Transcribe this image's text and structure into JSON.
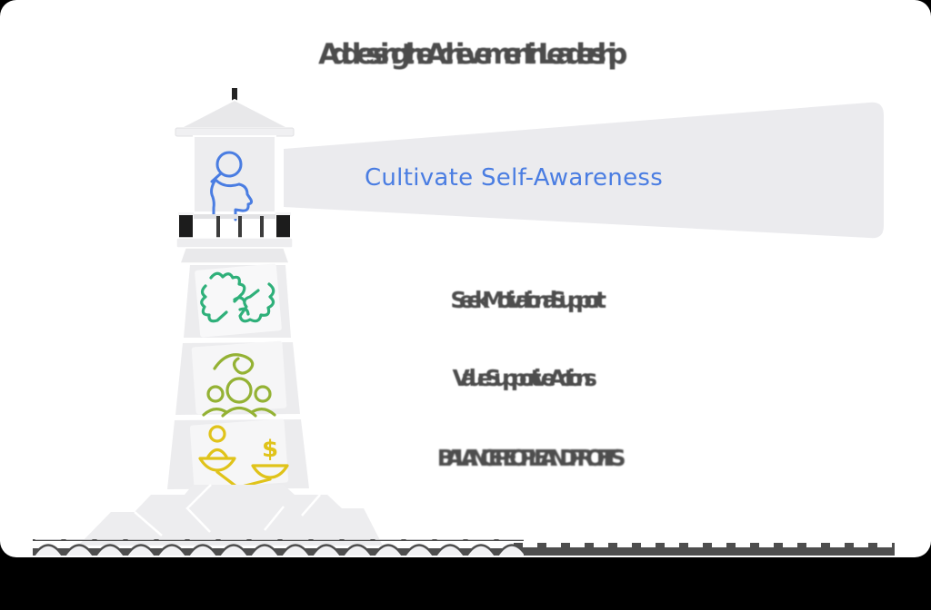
{
  "title": {
    "text": "Addressing the Achievement in Leadership",
    "color": "#4c4c4c",
    "garbled": true
  },
  "beacon": {
    "label": "Cultivate Self-Awareness",
    "color": "#4a7de2",
    "icon": "magnifier-over-head-self-awareness-icon",
    "icon_color": "#4a7de2",
    "garbled": false
  },
  "rows": [
    {
      "label": "Seek Motivational Support",
      "icon": "clasped-hands-support-icon",
      "icon_color": "#2fb07a",
      "garbled": true
    },
    {
      "label": "Value Supportive Actions",
      "icon": "hand-over-team-icon",
      "icon_color": "#94b234",
      "garbled": true
    },
    {
      "label": "BALANCE PEOPLE AND PROFITS",
      "icon": "person-money-balance-scale-icon",
      "icon_color": "#e0c31a",
      "garbled": true
    }
  ],
  "glyphs": {
    "dollar": "$"
  },
  "colors": {
    "page_background": "#000000",
    "canvas_background": "#ffffff",
    "lighthouse_body": "#ececee",
    "beam_fill": "#ebebee",
    "garbled_text": "#4d4d4d",
    "wave_dark": "#4e4e4e",
    "gallery_posts": "#1c1c1c"
  }
}
